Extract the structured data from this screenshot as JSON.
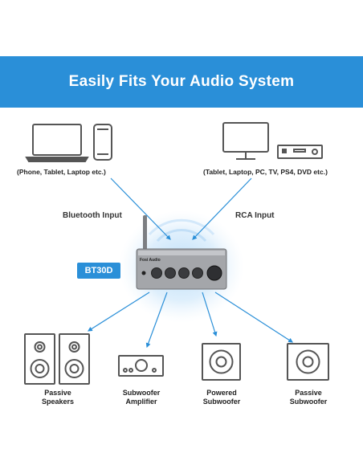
{
  "header": {
    "title": "Easily Fits Your Audio System"
  },
  "sources": {
    "left_devices": "(Phone, Tablet, Laptop etc.)",
    "right_devices": "(Tablet, Laptop, PC, TV, PS4, DVD etc.)"
  },
  "inputs": {
    "bluetooth": "Bluetooth Input",
    "rca": "RCA Input"
  },
  "product": {
    "model": "BT30D",
    "brand_plate": "Fosi Audio"
  },
  "outputs": [
    {
      "label": "Passive Speakers"
    },
    {
      "label": "Subwoofer Amplifier"
    },
    {
      "label": "Powered Subwoofer"
    },
    {
      "label": "Passive Subwoofer"
    }
  ],
  "colors": {
    "accent": "#2a8fd8",
    "amp_body": "#9a9ca0",
    "glow": "#cfe6fa"
  }
}
